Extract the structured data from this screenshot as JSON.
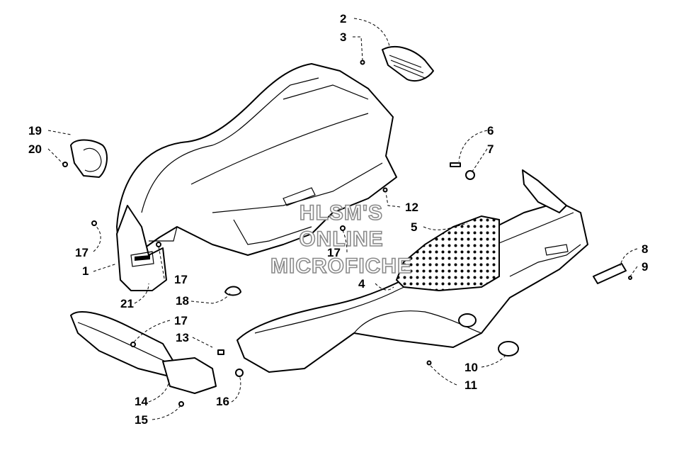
{
  "callouts": {
    "c1": "1",
    "c2": "2",
    "c3": "3",
    "c4": "4",
    "c5": "5",
    "c6": "6",
    "c7": "7",
    "c8": "8",
    "c9": "9",
    "c10": "10",
    "c11": "11",
    "c12": "12",
    "c13": "13",
    "c14": "14",
    "c15": "15",
    "c16": "16",
    "c17a": "17",
    "c17b": "17",
    "c17c": "17",
    "c17d": "17",
    "c18": "18",
    "c19": "19",
    "c20": "20",
    "c21": "21"
  },
  "watermark": {
    "line1": "HLSM'S",
    "line2": "ONLINE",
    "line3": "MICROFICHE"
  }
}
